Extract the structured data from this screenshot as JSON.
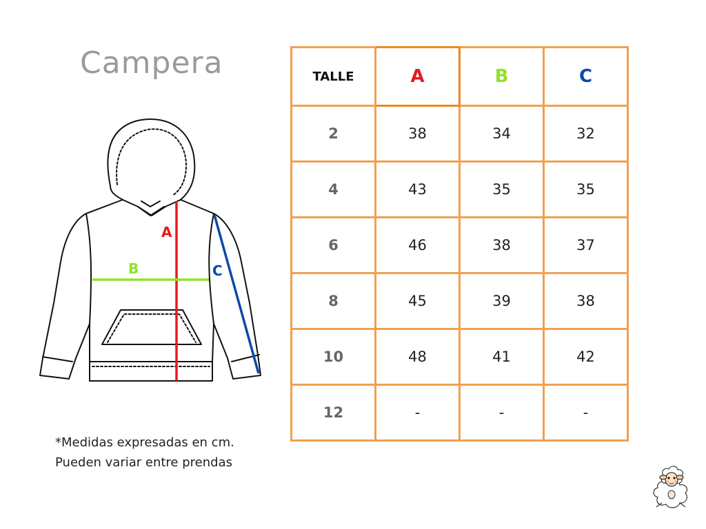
{
  "title": "Campera",
  "garment_labels": {
    "a": "A",
    "b": "B",
    "c": "C"
  },
  "colors": {
    "a": "#e8191c",
    "b": "#8fe32a",
    "c": "#0b4aa6",
    "border": "#f0a050"
  },
  "table": {
    "header": {
      "talle": "TALLE",
      "a": "A",
      "b": "B",
      "c": "C"
    },
    "rows": [
      {
        "talle": "2",
        "a": "38",
        "b": "34",
        "c": "32"
      },
      {
        "talle": "4",
        "a": "43",
        "b": "35",
        "c": "35"
      },
      {
        "talle": "6",
        "a": "46",
        "b": "38",
        "c": "37"
      },
      {
        "talle": "8",
        "a": "45",
        "b": "39",
        "c": "38"
      },
      {
        "talle": "10",
        "a": "48",
        "b": "41",
        "c": "42"
      },
      {
        "talle": "12",
        "a": "-",
        "b": "-",
        "c": "-"
      }
    ]
  },
  "note": {
    "line1": "*Medidas expresadas en cm.",
    "line2": "Pueden variar entre prendas"
  },
  "icons": {
    "garment": "hoodie-diagram",
    "mascot": "sheep-icon"
  }
}
